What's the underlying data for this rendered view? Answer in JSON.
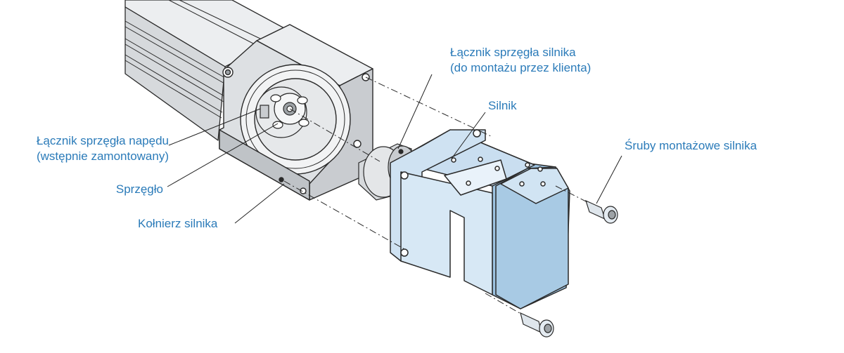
{
  "colors": {
    "label": "#2b7bb9",
    "leader": "#222222",
    "gray_light": "#e4e6e8",
    "gray_mid": "#c6c9cc",
    "gray_dark": "#9da2a6",
    "motor_light": "#d7e8f5",
    "motor_mid": "#b6d3ea",
    "motor_dark": "#9cc2e0",
    "outline": "#2a2a2a"
  },
  "labels": {
    "motor_coupling_connector_l1": "Łącznik sprzęgła silnika",
    "motor_coupling_connector_l2": "(do montażu przez klienta)",
    "motor": "Silnik",
    "motor_mounting_screws": "Śruby montażowe silnika",
    "drive_coupling_connector_l1": "Łącznik sprzęgła napędu",
    "drive_coupling_connector_l2": "(wstępnie zamontowany)",
    "coupling": "Sprzęgło",
    "motor_flange": "Kołnierz silnika"
  }
}
